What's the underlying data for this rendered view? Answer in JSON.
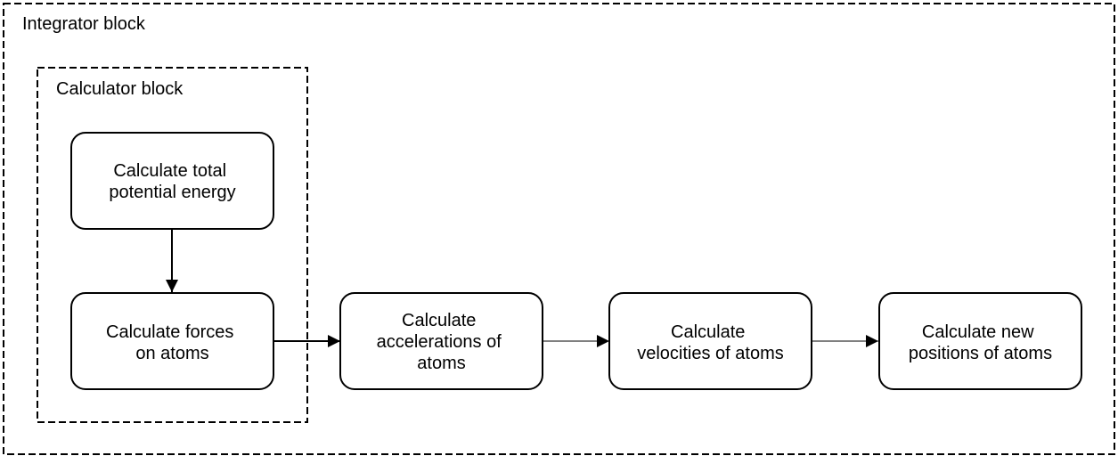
{
  "integrator": {
    "label": "Integrator block"
  },
  "calculator": {
    "label": "Calculator block"
  },
  "nodes": {
    "potential_energy": [
      "Calculate total",
      "potential energy"
    ],
    "forces": [
      "Calculate forces",
      "on atoms"
    ],
    "accelerations": [
      "Calculate",
      "accelerations of",
      "atoms"
    ],
    "velocities": [
      "Calculate",
      "velocities of atoms"
    ],
    "positions": [
      "Calculate new",
      "positions of atoms"
    ]
  },
  "colors": {
    "stroke": "#000000",
    "background": "#ffffff"
  }
}
